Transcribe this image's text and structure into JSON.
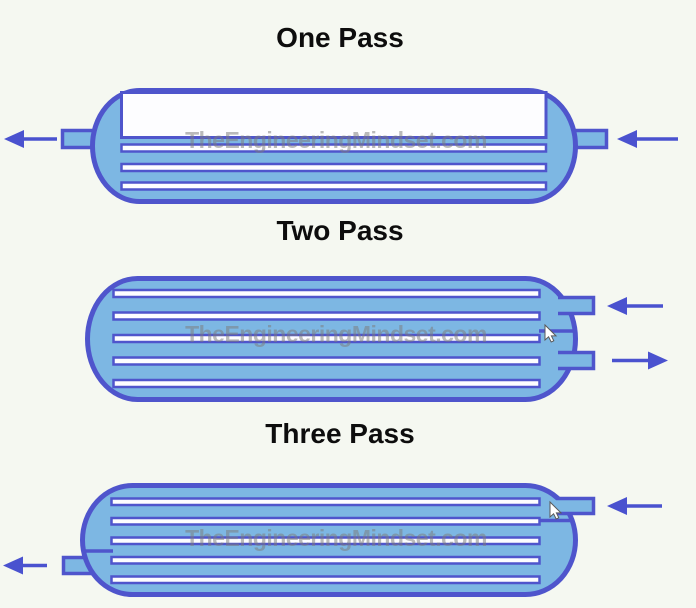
{
  "page": {
    "background_color": "#f5f8f1",
    "description": "Shell and tube heat exchanger pass configurations diagram"
  },
  "palette": {
    "shell_fill": "#7db7e3",
    "outline": "#4f55cc",
    "arrow_color": "#4a52cf",
    "tube_fill": "#fdfdff",
    "title_color": "#0d0d0d",
    "watermark_color": "#7d7d7d"
  },
  "sections": [
    {
      "id": "one-pass",
      "title": "One Pass",
      "watermark": "TheEngineeringMindset.com",
      "tube_count": 3,
      "nozzles": [
        "left-mid",
        "right-mid"
      ],
      "arrows": [
        "left-arrow-icon (outlet, pointing left)",
        "left-arrow-icon (inlet, pointing left)"
      ],
      "cursor_visible": false
    },
    {
      "id": "two-pass",
      "title": "Two Pass",
      "watermark": "TheEngineeringMindset.com",
      "tube_count": 5,
      "nozzles": [
        "right-top",
        "right-bottom"
      ],
      "arrows": [
        "left-arrow-icon (inlet, pointing left)",
        "right-arrow-icon (outlet, pointing right)"
      ],
      "partitions": [
        "right-head-mid"
      ],
      "cursor_visible": true
    },
    {
      "id": "three-pass",
      "title": "Three Pass",
      "watermark": "TheEngineeringMindset.com",
      "tube_count": 5,
      "nozzles": [
        "right-top",
        "left-bottom"
      ],
      "arrows": [
        "left-arrow-icon (inlet, pointing left)",
        "left-arrow-icon (outlet, pointing left)"
      ],
      "partitions": [
        "right-head-upper",
        "left-head-lower"
      ],
      "cursor_visible": true
    }
  ]
}
